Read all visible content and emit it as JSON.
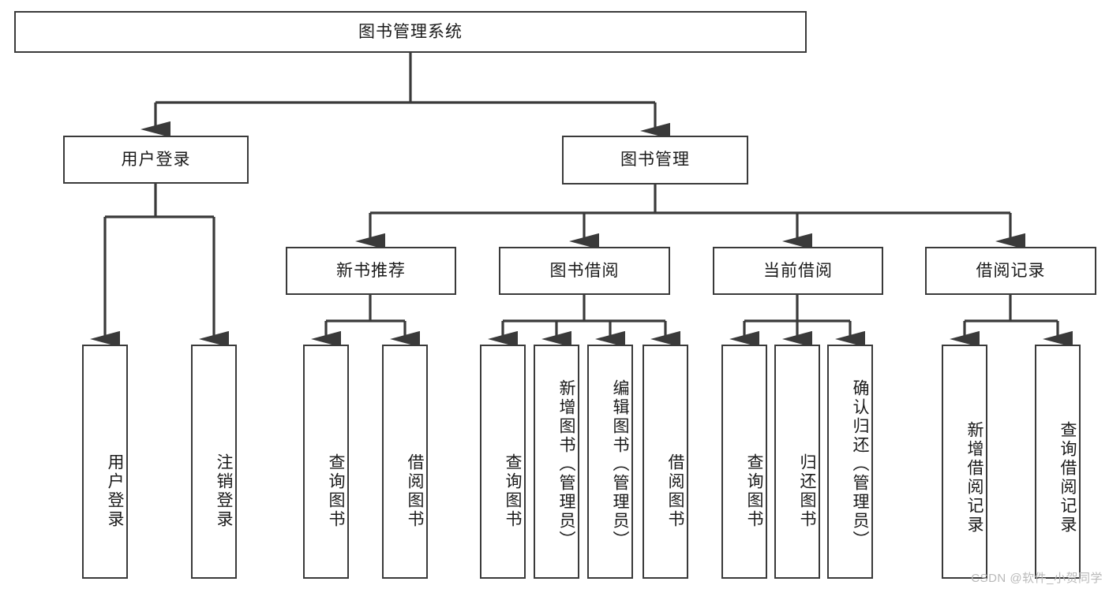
{
  "diagram": {
    "title": "图书管理系统",
    "type": "tree-hierarchy",
    "root": {
      "id": "root",
      "label": "图书管理系统"
    },
    "level2": [
      {
        "id": "user-login",
        "label": "用户登录"
      },
      {
        "id": "book-manage",
        "label": "图书管理"
      }
    ],
    "level3": [
      {
        "id": "new-book-recommend",
        "label": "新书推荐",
        "parent": "book-manage"
      },
      {
        "id": "book-borrow",
        "label": "图书借阅",
        "parent": "book-manage"
      },
      {
        "id": "current-borrow",
        "label": "当前借阅",
        "parent": "book-manage"
      },
      {
        "id": "borrow-record",
        "label": "借阅记录",
        "parent": "book-manage"
      }
    ],
    "leaves": [
      {
        "id": "leaf-user-login",
        "label": "用户登录",
        "parent": "user-login"
      },
      {
        "id": "leaf-logout-login",
        "label": "注销登录",
        "parent": "user-login"
      },
      {
        "id": "leaf-query-book-1",
        "label": "查询图书",
        "parent": "new-book-recommend"
      },
      {
        "id": "leaf-borrow-book-1",
        "label": "借阅图书",
        "parent": "new-book-recommend"
      },
      {
        "id": "leaf-query-book-2",
        "label": "查询图书",
        "parent": "book-borrow"
      },
      {
        "id": "leaf-add-book",
        "label": "新增图书（管理员）",
        "parent": "book-borrow"
      },
      {
        "id": "leaf-edit-book",
        "label": "编辑图书（管理员）",
        "parent": "book-borrow"
      },
      {
        "id": "leaf-borrow-book-2",
        "label": "借阅图书",
        "parent": "book-borrow"
      },
      {
        "id": "leaf-query-book-3",
        "label": "查询图书",
        "parent": "current-borrow"
      },
      {
        "id": "leaf-return-book",
        "label": "归还图书",
        "parent": "current-borrow"
      },
      {
        "id": "leaf-confirm-return",
        "label": "确认归还（管理员）",
        "parent": "current-borrow"
      },
      {
        "id": "leaf-add-borrow-record",
        "label": "新增借阅记录",
        "parent": "borrow-record"
      },
      {
        "id": "leaf-query-borrow-record",
        "label": "查询借阅记录",
        "parent": "borrow-record"
      }
    ],
    "colors": {
      "border": "#3a3a3a",
      "background": "#ffffff",
      "text": "#1a1a1a",
      "watermark": "#b9b9b9"
    }
  },
  "watermark": {
    "text": "CSDN @软件_小贺同学"
  }
}
